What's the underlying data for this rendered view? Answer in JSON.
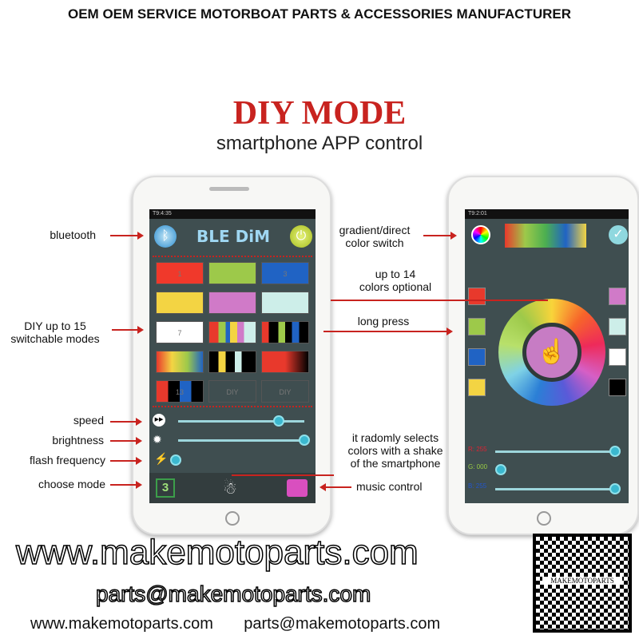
{
  "header": "OEM OEM SERVICE MOTORBOAT PARTS & ACCESSORIES MANUFACTURER",
  "title": "DIY MODE",
  "subtitle": "smartphone APP control",
  "left_phone": {
    "time": "T9:4:35",
    "app_name": "BLE DiM",
    "tiles": [
      {
        "label": "1",
        "color": "#f0392b"
      },
      {
        "label": "",
        "color": "#9dc94a"
      },
      {
        "label": "3",
        "color": "#2063c4"
      },
      {
        "label": "",
        "color": "#f3d443"
      },
      {
        "label": "",
        "color": "#d07ac8"
      },
      {
        "label": "",
        "color": "#cdeee9"
      },
      {
        "label": "7",
        "color": "#ffffff"
      },
      {
        "label": "",
        "color": "stripes1"
      },
      {
        "label": "",
        "color": "stripes2"
      },
      {
        "label": "",
        "color": "grad1"
      },
      {
        "label": "",
        "color": "stripes3"
      },
      {
        "label": "",
        "color": "grad2"
      },
      {
        "label": "13",
        "color": "stripes4"
      },
      {
        "label": "DIY",
        "color": "none"
      },
      {
        "label": "DIY",
        "color": "none"
      }
    ],
    "speed": 0.8,
    "brightness": 1.0,
    "flash_frequency": 0.0,
    "mode_number": "3"
  },
  "right_phone": {
    "time": "T9:2:01",
    "r_label": "R: 255",
    "g_label": "G: 000",
    "b_label": "B: 255",
    "r": 1.0,
    "g": 0.0,
    "b": 1.0,
    "left_swatches": [
      "#e8392c",
      "#9dc94a",
      "#2063c4",
      "#f3d443"
    ],
    "right_swatches": [
      "#d07ac8",
      "#cdeee9",
      "#ffffff",
      "#000000"
    ]
  },
  "callouts": {
    "bluetooth": "bluetooth",
    "diy_modes": "DIY up to 15\nswitchable modes",
    "speed": "speed",
    "brightness": "brightness",
    "flash": "flash frequency",
    "choose_mode": "choose mode",
    "gradient": "gradient/direct\ncolor switch",
    "colors": "up to 14\ncolors optional",
    "long_press": "long press",
    "shake": "it radomly selects\ncolors with a shake\nof the smartphone",
    "music": "music control"
  },
  "watermark_url": "www.makemotoparts.com",
  "watermark_email": "parts@makemotoparts.com",
  "qr_caption": "MAKEMOTOPARTS",
  "footer": {
    "url": "www.makemotoparts.com",
    "email": "parts@makemotoparts.com"
  }
}
